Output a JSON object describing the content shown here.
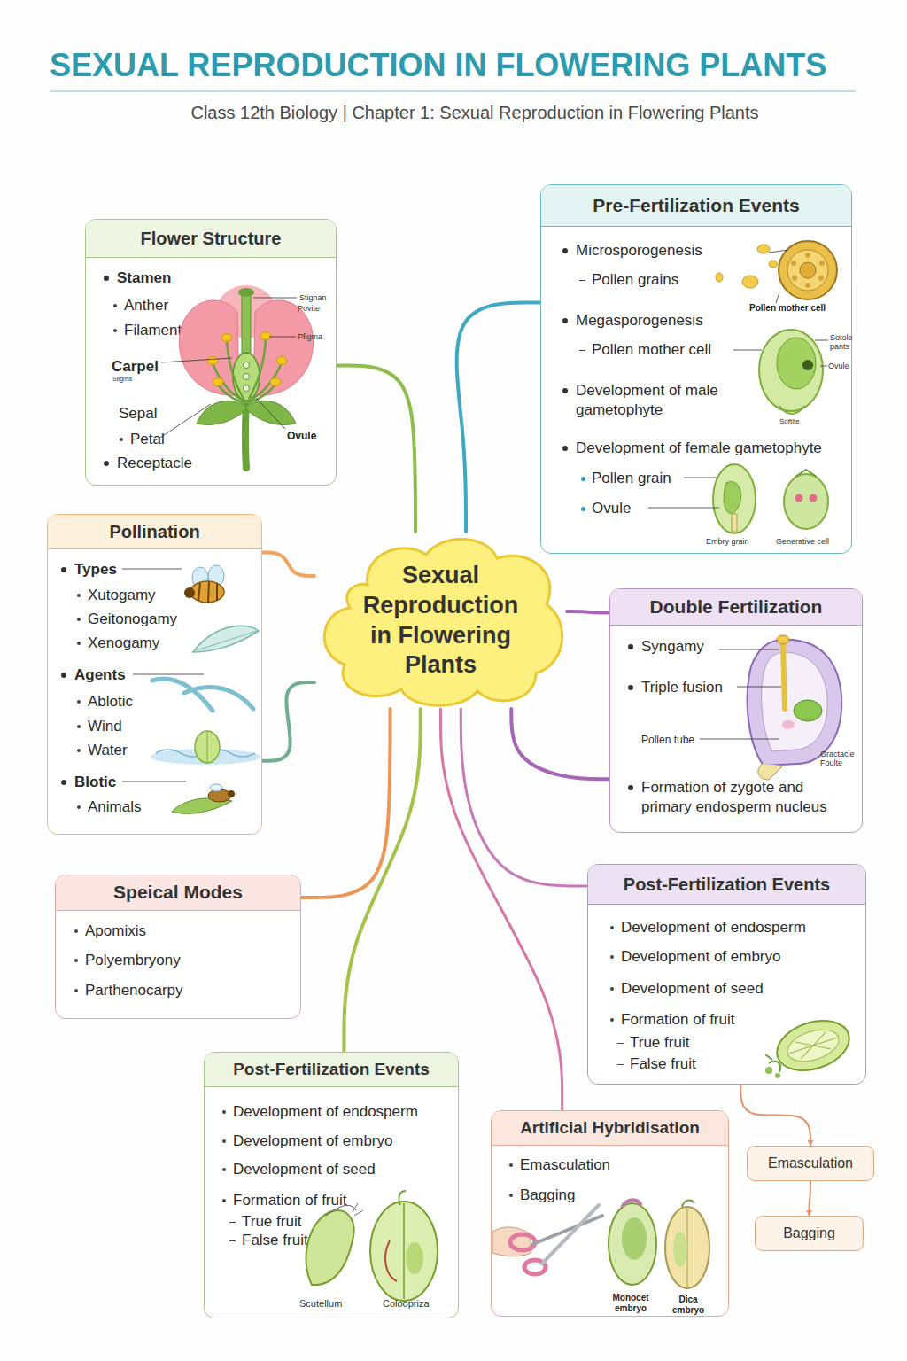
{
  "diagram": {
    "title": "SEXUAL REPRODUCTION IN FLOWERING PLANTS",
    "nodes": [
      {
        "text": [
          "Flower Structure",
          "Stamen",
          "Anther",
          "Filament",
          "Carpel",
          "Sepal",
          "Petal",
          "Receptacle"
        ]
      },
      {
        "text": [
          "Pre-Fertilization Events",
          "Microsporogenesis",
          "Pollen grains",
          "Megasporogenesis",
          "Pollen mother cell",
          "Development of male gametophyte",
          "Development of female gametophyte",
          "Pollen grain",
          "Ovule"
        ]
      },
      {
        "text": [
          "Pollination",
          "Types",
          "Xutogamy",
          "Geitonogamy",
          "Xenogamy",
          "Agents",
          "Ablotic",
          "Wind",
          "Water",
          "Blotic",
          "Animals"
        ]
      },
      {
        "text": [
          "Sexual Reproduction in Flowering Plants"
        ]
      },
      {
        "text": [
          "Double Fertilization",
          "Syngamy",
          "Triple fusion",
          "Pollen tube",
          "Formation of zygote and primary endosperm nucleus"
        ]
      },
      {
        "text": [
          "Speical Modes",
          "Apomixis",
          "Polyembryony",
          "Parthenocarpy"
        ]
      },
      {
        "text": [
          "Post-Fertilization Events",
          "Development of endosperm",
          "Development of embryo",
          "Development of seed",
          "Formation of fruit",
          "True fruit",
          "False fruit"
        ]
      },
      {
        "text": [
          "Post-Fertilization Events",
          "Development of endosperm",
          "Development of embryo",
          "Development of seed",
          "Formation of fruit",
          "True fruit",
          "False fruit"
        ]
      },
      {
        "text": [
          "Artificial Hybridisation",
          "Emasculation",
          "Bagging"
        ]
      },
      {
        "text": [
          "Emasculation"
        ]
      },
      {
        "text": [
          "Bagging"
        ]
      }
    ],
    "edges": [
      {
        "from": 3,
        "to": 0,
        "arrow": "none"
      },
      {
        "from": 3,
        "to": 1,
        "arrow": "none"
      },
      {
        "from": 3,
        "to": 2,
        "arrow": "none"
      },
      {
        "from": 3,
        "to": 2,
        "arrow": "none"
      },
      {
        "from": 3,
        "to": 4,
        "arrow": "none"
      },
      {
        "from": 3,
        "to": 4,
        "arrow": "none"
      },
      {
        "from": 3,
        "to": 5,
        "arrow": "none"
      },
      {
        "from": 3,
        "to": 6,
        "arrow": "none"
      },
      {
        "from": 3,
        "to": 7,
        "arrow": "none"
      },
      {
        "from": 3,
        "to": 8,
        "arrow": "none"
      },
      {
        "from": 6,
        "to": 9,
        "arrow": "to"
      },
      {
        "from": 9,
        "to": 10,
        "arrow": "to"
      }
    ],
    "labels": [
      "Class 12th Biology | Chapter 1: Sexual Reproduction in Flowering Plants",
      "Stignan",
      "Povite",
      "Pfigma",
      "Stigma",
      "Ovule",
      "Pollen mother cell",
      "Sotole pants",
      "Ovule",
      "Softite",
      "Embry grain",
      "Generative cell",
      "Gractacle Foulte",
      "Scutellum",
      "Coloopriza",
      "Monocet embryo",
      "Dica embryo"
    ]
  }
}
